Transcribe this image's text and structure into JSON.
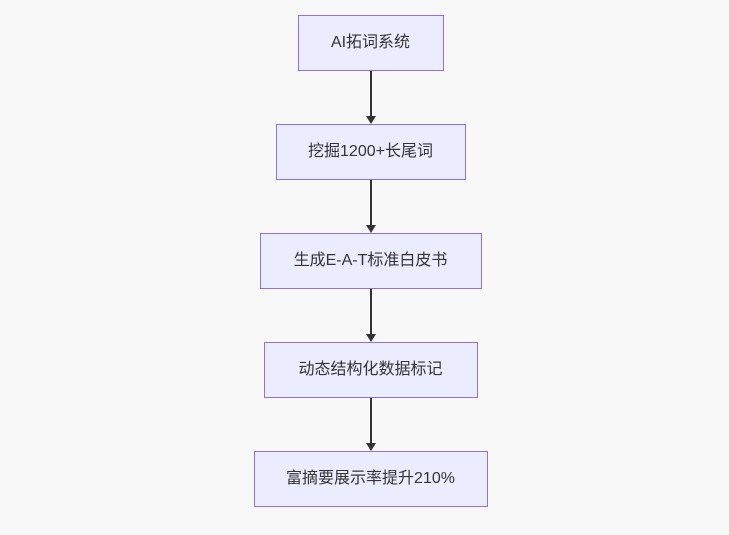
{
  "diagram": {
    "type": "flowchart",
    "direction": "top-down",
    "nodes": [
      {
        "label": "AI拓词系统"
      },
      {
        "label": "挖掘1200+长尾词"
      },
      {
        "label": "生成E-A-T标准白皮书"
      },
      {
        "label": "动态结构化数据标记"
      },
      {
        "label": "富摘要展示率提升210%"
      }
    ],
    "edges": [
      {
        "from": 0,
        "to": 1
      },
      {
        "from": 1,
        "to": 2
      },
      {
        "from": 2,
        "to": 3
      },
      {
        "from": 3,
        "to": 4
      }
    ],
    "colors": {
      "background": "#f8f8f8",
      "node_fill": "#ECECFF",
      "node_border": "#9370DB",
      "text": "#333333",
      "arrow": "#333333"
    }
  }
}
